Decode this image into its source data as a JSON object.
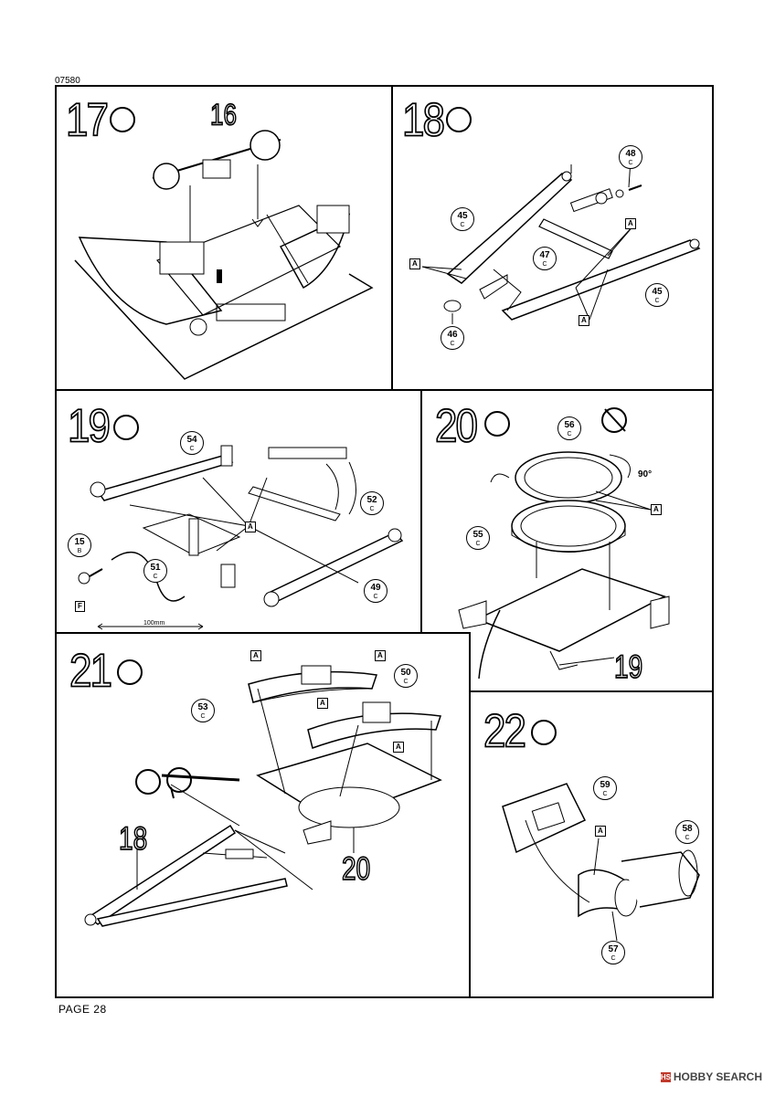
{
  "document": {
    "code": "07580",
    "page_label": "PAGE 28",
    "watermark": "HOBBY SEARCH",
    "watermark_icon": "HS"
  },
  "steps": {
    "s17": {
      "number": "17",
      "refs": {
        "r16": "16"
      }
    },
    "s18": {
      "number": "18",
      "parts": {
        "p45a": {
          "n": "45",
          "s": "C"
        },
        "p48": {
          "n": "48",
          "s": "C"
        },
        "p47": {
          "n": "47",
          "s": "C"
        },
        "p45b": {
          "n": "45",
          "s": "C"
        },
        "p46": {
          "n": "46",
          "s": "C"
        }
      }
    },
    "s19": {
      "number": "19",
      "measure": "100mm",
      "parts": {
        "p54": {
          "n": "54",
          "s": "C"
        },
        "p52": {
          "n": "52",
          "s": "C"
        },
        "p15": {
          "n": "15",
          "s": "B"
        },
        "p51": {
          "n": "51",
          "s": "C"
        },
        "p49": {
          "n": "49",
          "s": "C"
        }
      }
    },
    "s20": {
      "number": "20",
      "angle": "90°",
      "refs": {
        "r19": "19"
      },
      "parts": {
        "p56": {
          "n": "56",
          "s": "C"
        },
        "p55": {
          "n": "55",
          "s": "C"
        }
      }
    },
    "s21": {
      "number": "21",
      "refs": {
        "r18": "18",
        "r20": "20"
      },
      "parts": {
        "p50": {
          "n": "50",
          "s": "C"
        },
        "p53": {
          "n": "53",
          "s": "C"
        }
      }
    },
    "s22": {
      "number": "22",
      "parts": {
        "p59": {
          "n": "59",
          "s": "C"
        },
        "p58": {
          "n": "58",
          "s": "C"
        },
        "p57": {
          "n": "57",
          "s": "C"
        }
      }
    }
  },
  "tags": {
    "a": "A",
    "f": "F"
  }
}
